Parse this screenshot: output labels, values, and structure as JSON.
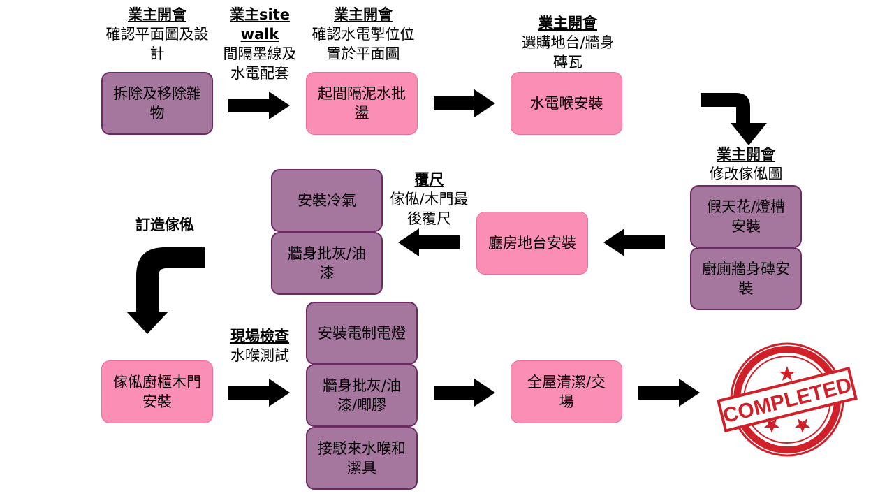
{
  "row1": {
    "box1": "拆除及移除雜物",
    "box2": "起間隔泥水批盪",
    "box3": "水電喉安裝",
    "note1": {
      "head": "業主開會",
      "body": "確認平面圖及設計"
    },
    "note2": {
      "head": "業主site walk",
      "body": "間隔墨線及水電配套"
    },
    "note3": {
      "head": "業主開會",
      "body": "確認水電掣位位置於平面圖"
    },
    "note4": {
      "head": "業主開會",
      "body": "選購地台/牆身磚瓦"
    }
  },
  "row2": {
    "box_ceiling": "假天花/燈槽安裝",
    "box_kitchen_wall": "廚廁牆身磚安裝",
    "box_floor": "廳房地台安裝",
    "box_aircon": "安裝冷氣",
    "box_wall_paint": "牆身批灰/油漆",
    "note_modify": {
      "head": "業主開會",
      "body": "修改傢俬圖"
    },
    "note_cover": {
      "head": "覆尺",
      "body": "傢俬/木門最後覆尺"
    },
    "label_custom_furniture": "訂造傢俬"
  },
  "row3": {
    "box_furniture": "傢俬廚櫃木門安裝",
    "box_electric": "安裝電制電燈",
    "box_wall_caulk": "牆身批灰/油漆/唧膠",
    "box_plumbing": "接駁來水喉和潔具",
    "box_clean": "全屋清潔/交場",
    "note_inspect": {
      "head": "現場檢查",
      "body": "水喉測試"
    }
  },
  "stamp": {
    "text": "COMPLETED",
    "color": "#d0202a"
  },
  "colors": {
    "purple_box": "#a5779f",
    "pink_box": "#fb8eb5",
    "arrow": "#000000"
  }
}
